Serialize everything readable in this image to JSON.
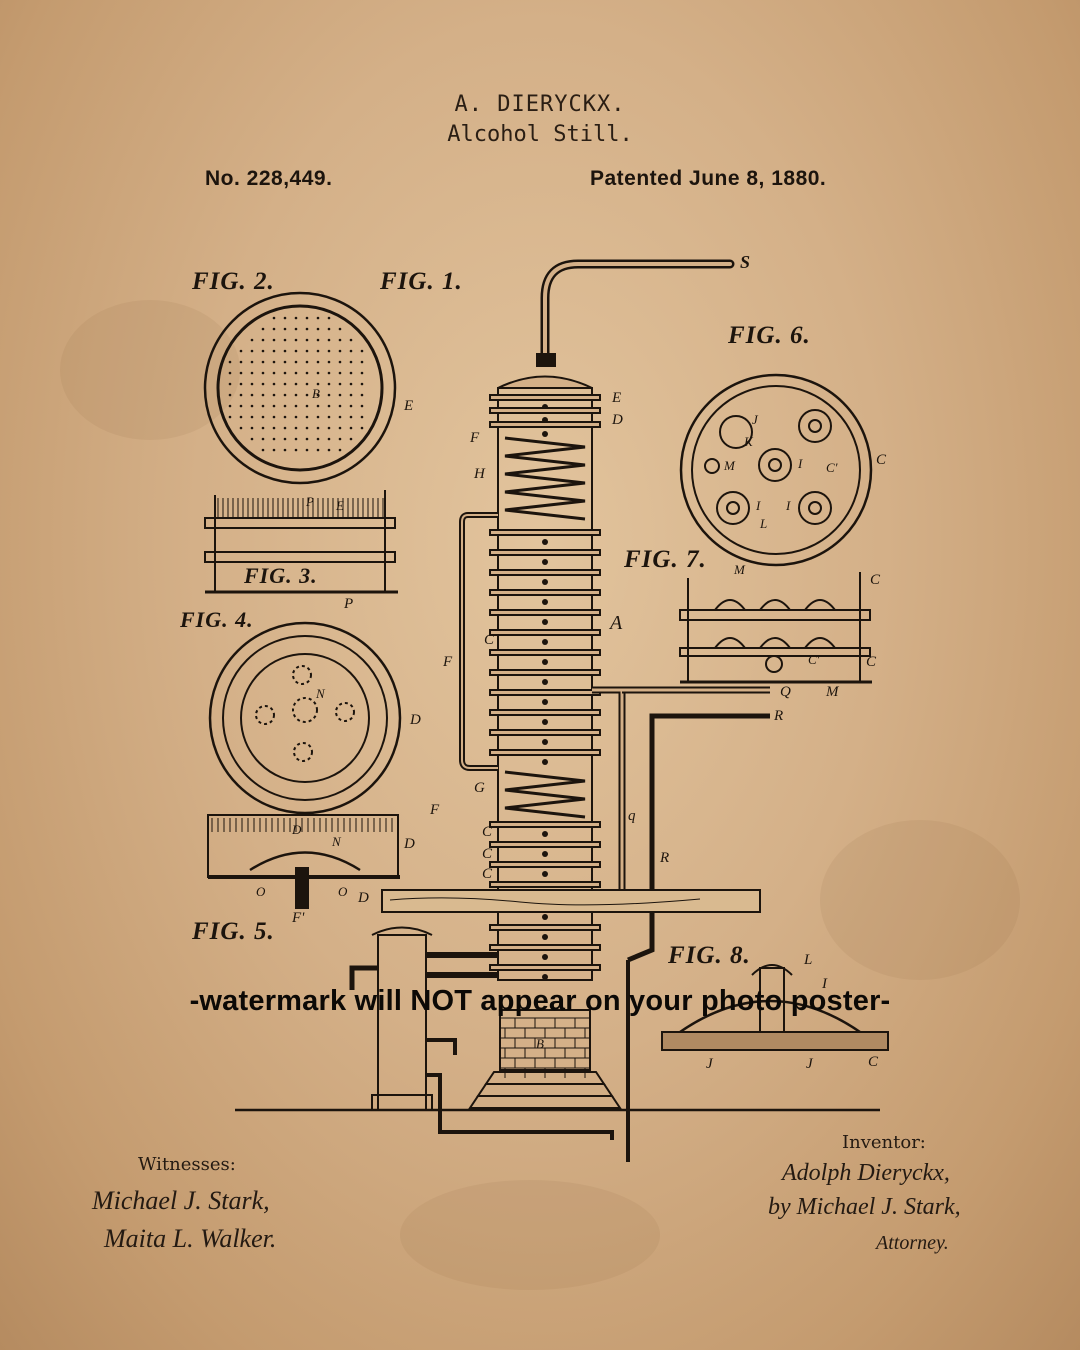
{
  "header": {
    "name": "A. DIERYCKX.",
    "subtitle": "Alcohol Still.",
    "number": "No. 228,449.",
    "patented": "Patented June 8, 1880."
  },
  "figures": {
    "fig1": "FIG. 1.",
    "fig2": "FIG. 2.",
    "fig3": "FIG. 3.",
    "fig4": "FIG. 4.",
    "fig5": "FIG. 5.",
    "fig6": "FIG. 6.",
    "fig7": "FIG. 7.",
    "fig8": "FIG. 8."
  },
  "labels": {
    "S": "S",
    "E": "E",
    "D": "D",
    "F": "F",
    "H": "H",
    "A": "A",
    "C": "C",
    "G": "G",
    "B": "B",
    "Q": "Q",
    "R": "R",
    "M": "M",
    "J": "J",
    "K": "K",
    "I": "I",
    "L": "L",
    "N": "N",
    "P": "P",
    "O": "O",
    "Cp": "C'",
    "Fp": "F'",
    "q": "q"
  },
  "footer": {
    "witnesses_label": "Witnesses:",
    "witness_1": "Michael J. Stark,",
    "witness_2": "Maita L. Walker.",
    "inventor_label": "Inventor:",
    "inventor_name": "Adolph Dieryckx,",
    "by_attorney": "by Michael J. Stark,",
    "attorney": "Attorney."
  },
  "watermark": "-watermark will NOT appear on your photo poster-",
  "colors": {
    "paper": "#d4b088",
    "ink": "#1c140d"
  }
}
